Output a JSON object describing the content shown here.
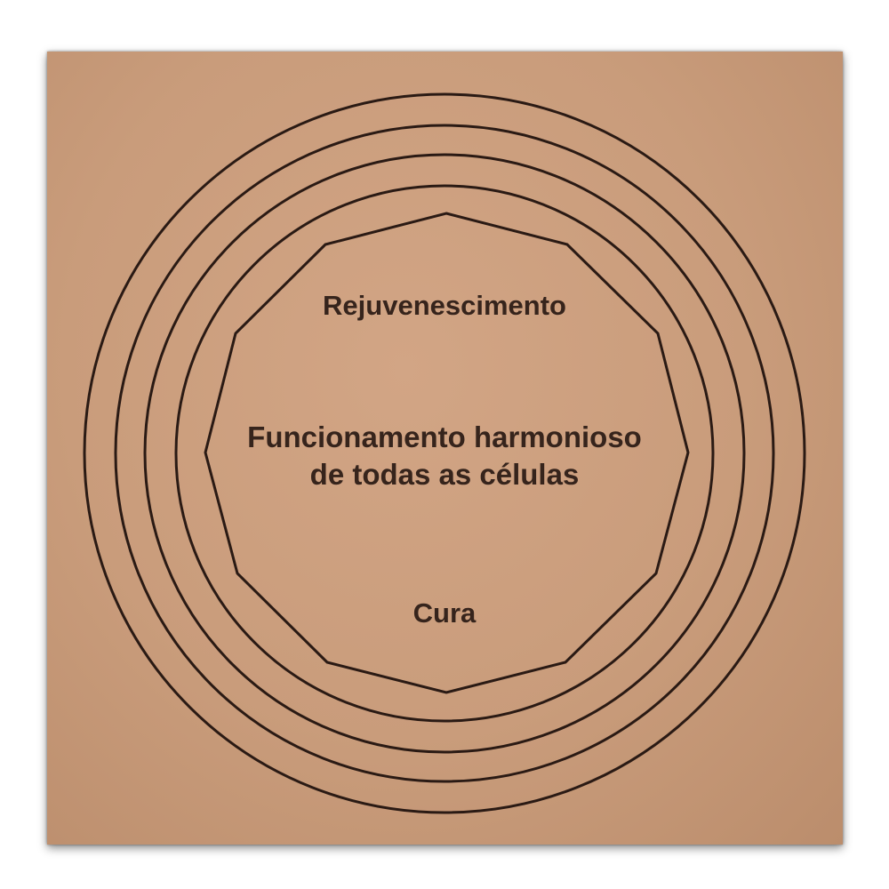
{
  "engraving": {
    "top_label": "Rejuvenescimento",
    "center_line1": "Funcionamento harmonioso",
    "center_line2": "de todas as células",
    "bottom_label": "Cura"
  },
  "colors": {
    "board": "#c99c7b",
    "engraving": "#2a1a14"
  }
}
